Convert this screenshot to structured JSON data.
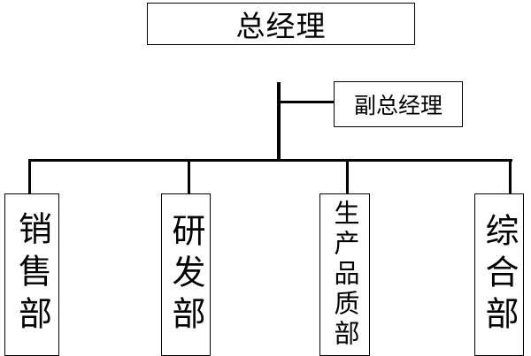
{
  "chart": {
    "top": "总经理",
    "deputy": "副总经理",
    "departments": [
      "销售部",
      "研发部",
      "生产品质部",
      "综合部"
    ]
  }
}
